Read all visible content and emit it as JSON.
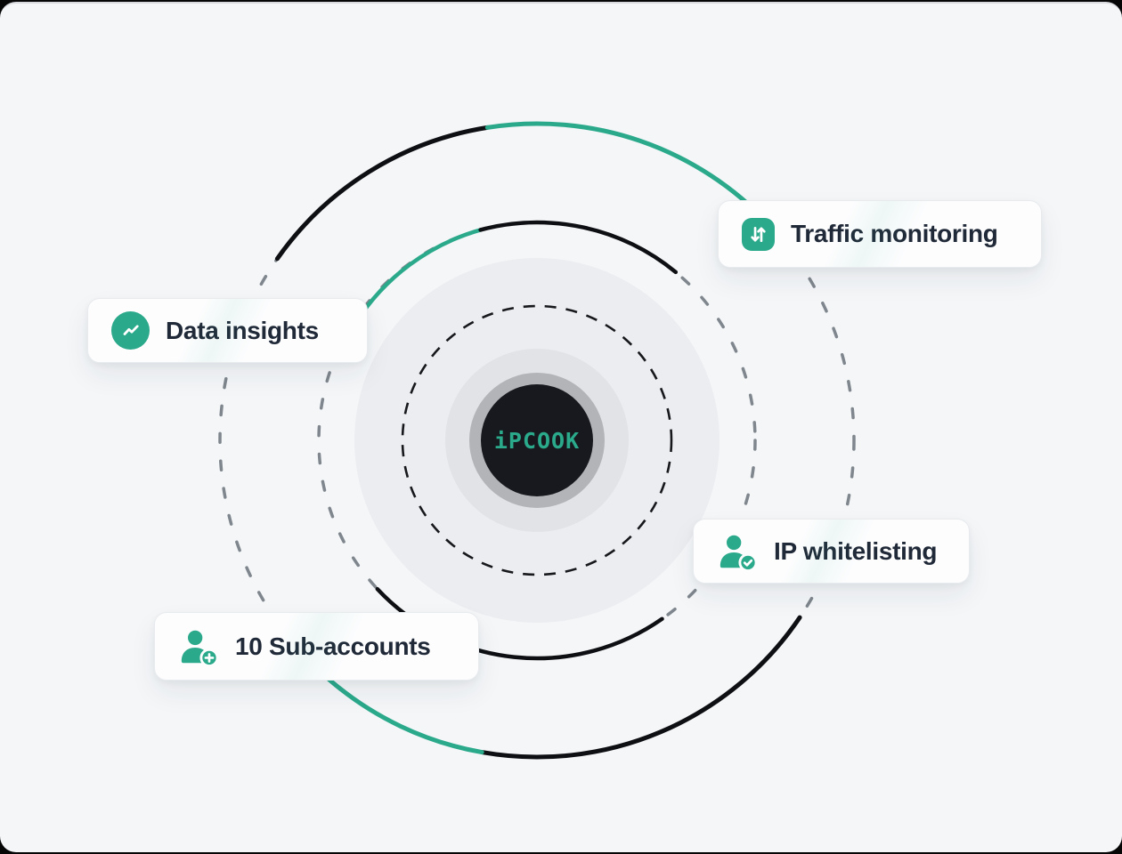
{
  "brand": {
    "logo_text": "iPCOOK"
  },
  "features": [
    {
      "label": "Traffic monitoring",
      "icon": "traffic-arrows-icon"
    },
    {
      "label": "Data insights",
      "icon": "trend-zigzag-icon"
    },
    {
      "label": "IP whitelisting",
      "icon": "user-check-icon"
    },
    {
      "label": "10 Sub-accounts",
      "icon": "user-plus-icon"
    }
  ],
  "colors": {
    "accent_green": "#2ba98b",
    "arc_black": "#0d0f12",
    "dashed_gray": "#7f868d",
    "card_text": "#202938",
    "card_background": "#fdfdfe",
    "page_background": "#f4f6f8",
    "halo_circle": "#ecedf0",
    "inner_circle": "#e2e3e7",
    "core_ring_gray": "#b2b4b8",
    "core_black": "#17191e",
    "frame_black": "#060607"
  }
}
